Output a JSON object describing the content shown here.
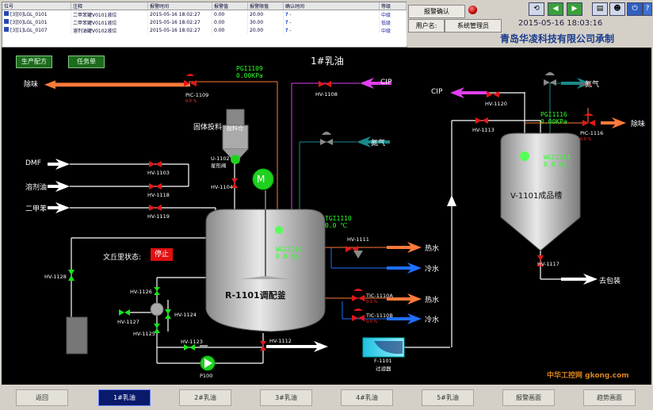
{
  "alarm_table": {
    "headers": [
      "位号",
      "注释",
      "报警时间",
      "报警值",
      "报警限值",
      "确认时间",
      "等级"
    ],
    "rows": [
      {
        "tag": "[3][0]LGL_0101",
        "note": "二甲苯罐V0101液位",
        "time": "2015-05-16 18:02:27",
        "value": "0.00",
        "limit": "20.00",
        "level": "中级"
      },
      {
        "tag": "[3][0]LGL_0101",
        "note": "二甲苯罐V0101液位",
        "time": "2015-05-16 18:02:27",
        "value": "0.00",
        "limit": "30.00",
        "level": "低级"
      },
      {
        "tag": "[3][1]LGL_0107",
        "note": "溶剂油罐V0102液位",
        "time": "2015-05-16 18:02:27",
        "value": "0.00",
        "limit": "20.00",
        "level": "中级"
      }
    ]
  },
  "header": {
    "alarm_confirm": "报警确认",
    "username_label": "用户名:",
    "username": "系统管理员",
    "datetime": "2015-05-16  18:03:16",
    "company": "青岛华凌科技有限公司承制"
  },
  "process": {
    "title": "1#乳油",
    "btn_recipe": "生产配方",
    "btn_task": "任务单",
    "labels": {
      "deodor": "除味",
      "cip": "CIP",
      "nitrogen": "氮气",
      "solid_feed": "固体投料",
      "feed_tank": "投料仓",
      "dmf": "DMF",
      "solvent": "溶剂油",
      "xylene": "二甲苯",
      "hot_water": "热水",
      "cold_water": "冷水",
      "to_package": "去包装",
      "reactor": "R-1101调配釜",
      "product_tank": "V-1101成品槽",
      "filter": "过滤器",
      "state_label": "文丘里状态:",
      "state_value": "停止",
      "motor": "M",
      "pump": "P100",
      "vacuum_meter": "U-1102",
      "vacuum_meter2": "星形阀",
      "filter_tag": "F-1101"
    },
    "valves": {
      "pic1109": "PIC-1109",
      "hv1108": "HV-1108",
      "hv1103": "HV-1103",
      "hv1118": "HV-1118",
      "hv1119": "HV-1119",
      "hv1104": "HV-1104",
      "hv1128": "HV-1128",
      "hv1126": "HV-1126",
      "hv1127": "HV-1127",
      "hv1124": "HV-1124",
      "hv1125": "HV-1125",
      "hv1123": "HV-1123",
      "hv1112": "HV-1112",
      "hv1111": "HV-1111",
      "tic1110a": "TIC-1110A",
      "tic1110b": "TIC-1110B",
      "hv1120": "HV-1120",
      "hv1113": "HV-1113",
      "pic1116": "PIC-1116",
      "hv1117": "HV-1117"
    },
    "indicators": {
      "pg1109_tag": "PGI1109",
      "pg1109_val": "0.00KPa",
      "tg1110_tag": "TGI1110",
      "tg1110_val": "0.0 ℃",
      "wg1102_tag": "WGI1102",
      "wg1102_val": "0.0  Kg",
      "pg1116_tag": "PGI1116",
      "pg1116_val": "0.00KPa",
      "wg1114_tag": "WGI1114",
      "wg1114_val": "0.0  Kg",
      "pic_unit": "0.0 %"
    }
  },
  "nav": {
    "items": [
      "返回",
      "1#乳油",
      "2#乳油",
      "3#乳油",
      "4#乳油",
      "5#乳油",
      "报警画面",
      "趋势画面"
    ],
    "active": "1#乳油"
  },
  "watermark": "中华工控网 gkong.com",
  "colors": {
    "valve": "#e01818",
    "pipe_white": "#ffffff",
    "pipe_orange": "#ff7a3a",
    "pipe_magenta": "#e040f0",
    "pipe_teal": "#1a8a8a",
    "pipe_blue": "#2070ff",
    "green": "#19e619"
  }
}
